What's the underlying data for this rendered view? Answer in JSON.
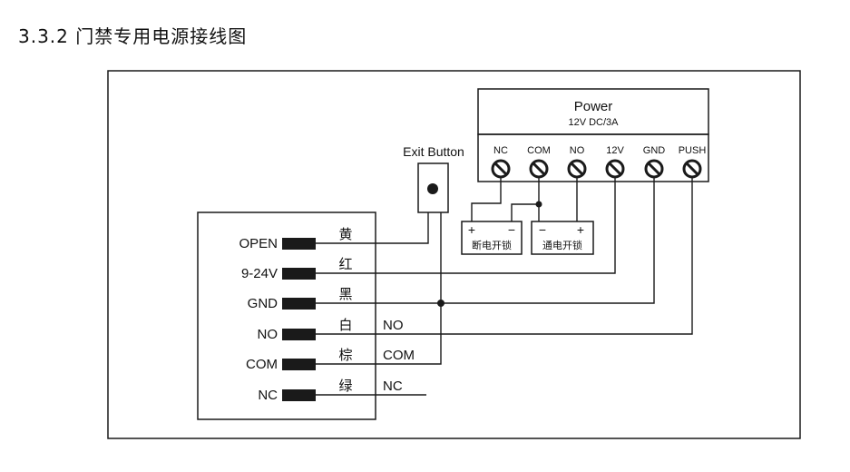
{
  "title": "3.3.2 门禁专用电源接线图",
  "power": {
    "name": "Power",
    "spec": "12V DC/3A",
    "terminals": [
      "NC",
      "COM",
      "NO",
      "12V",
      "GND",
      "PUSH"
    ]
  },
  "exit_button": {
    "label": "Exit Button"
  },
  "lock_fail_secure": {
    "label": "断电开锁",
    "plus": "+",
    "minus": "−"
  },
  "lock_fail_safe": {
    "label": "通电开锁",
    "minus": "−",
    "plus": "+"
  },
  "controller": {
    "pins": [
      {
        "label": "OPEN",
        "color_label": "黄",
        "wire_label": ""
      },
      {
        "label": "9-24V",
        "color_label": "红",
        "wire_label": ""
      },
      {
        "label": "GND",
        "color_label": "黑",
        "wire_label": ""
      },
      {
        "label": "NO",
        "color_label": "白",
        "wire_label": "NO"
      },
      {
        "label": "COM",
        "color_label": "棕",
        "wire_label": "COM"
      },
      {
        "label": "NC",
        "color_label": "绿",
        "wire_label": "NC"
      }
    ]
  },
  "colors": {
    "line": "#1a1a1a",
    "background": "#ffffff"
  }
}
